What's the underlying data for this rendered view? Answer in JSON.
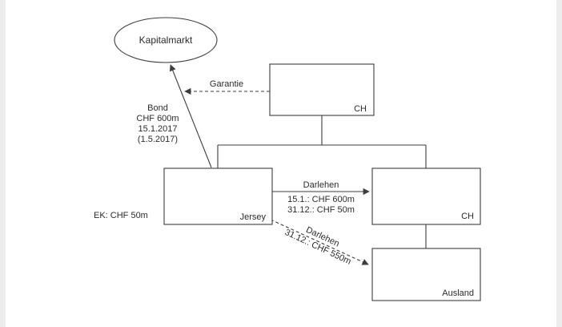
{
  "nodes": {
    "kapitalmarkt": "Kapitalmarkt",
    "ch_top": "CH",
    "jersey": "Jersey",
    "ch_mid": "CH",
    "ausland": "Ausland"
  },
  "annotations": {
    "ek": "EK: CHF 50m",
    "garantie": "Garantie",
    "bond": [
      "Bond",
      "CHF 600m",
      "15.1.2017",
      "(1.5.2017)"
    ],
    "loan_to_ch": [
      "Darlehen",
      "15.1.: CHF 600m",
      "31.12.: CHF 50m"
    ],
    "loan_to_ausland": [
      "Darlehen",
      "31.12.: CHF 550m"
    ]
  },
  "colors": {
    "line": "#3d3d3d",
    "text": "#2b2b2b",
    "background": "#ffffff"
  }
}
